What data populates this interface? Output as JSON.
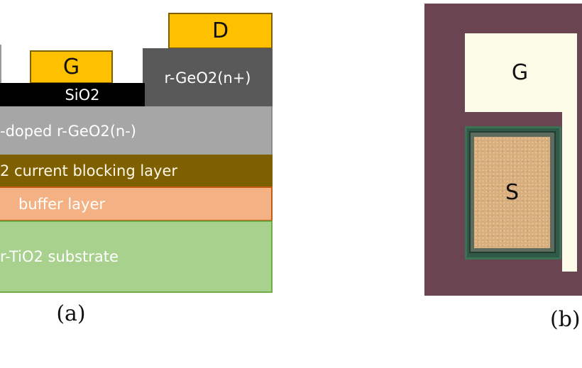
{
  "figure_a": {
    "caption": "(a)",
    "layers": {
      "drain": "D",
      "n_plus": "r-GeO2(n+)",
      "gate": "G",
      "gate_oxide": "SiO2",
      "channel": "-doped r-GeO2(n-)",
      "blocking": "2 current blocking layer",
      "buffer": "buffer layer",
      "substrate": "r-TiO2 substrate"
    },
    "colors": {
      "metal": "#ffc000",
      "n_plus": "#595959",
      "oxide": "#000000",
      "channel": "#a6a6a6",
      "blocking": "#7f6000",
      "buffer": "#f4b183",
      "substrate": "#a9d18e"
    }
  },
  "figure_b": {
    "caption": "(b)",
    "gate_label": "G",
    "source_label": "S",
    "colors": {
      "background": "#6b4452",
      "gate_metal": "#fcfbe8",
      "source_pad": "#d9ae7e",
      "frame": "#2f5a48"
    }
  }
}
